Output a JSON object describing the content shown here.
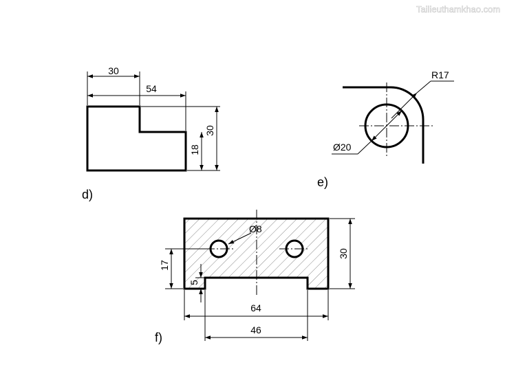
{
  "watermark": "Tailieuthamkhao.com",
  "figure_d": {
    "label": "d)",
    "dims": {
      "top_partial": "30",
      "width": "54",
      "height": "30",
      "step": "18"
    }
  },
  "figure_e": {
    "label": "e)",
    "dims": {
      "radius": "R17",
      "diameter": "Ø20"
    }
  },
  "figure_f": {
    "label": "f)",
    "dims": {
      "hole": "Ø8",
      "total_width": "64",
      "inner_width": "46",
      "height": "30",
      "hole_height": "17",
      "slot_depth": "5"
    }
  }
}
